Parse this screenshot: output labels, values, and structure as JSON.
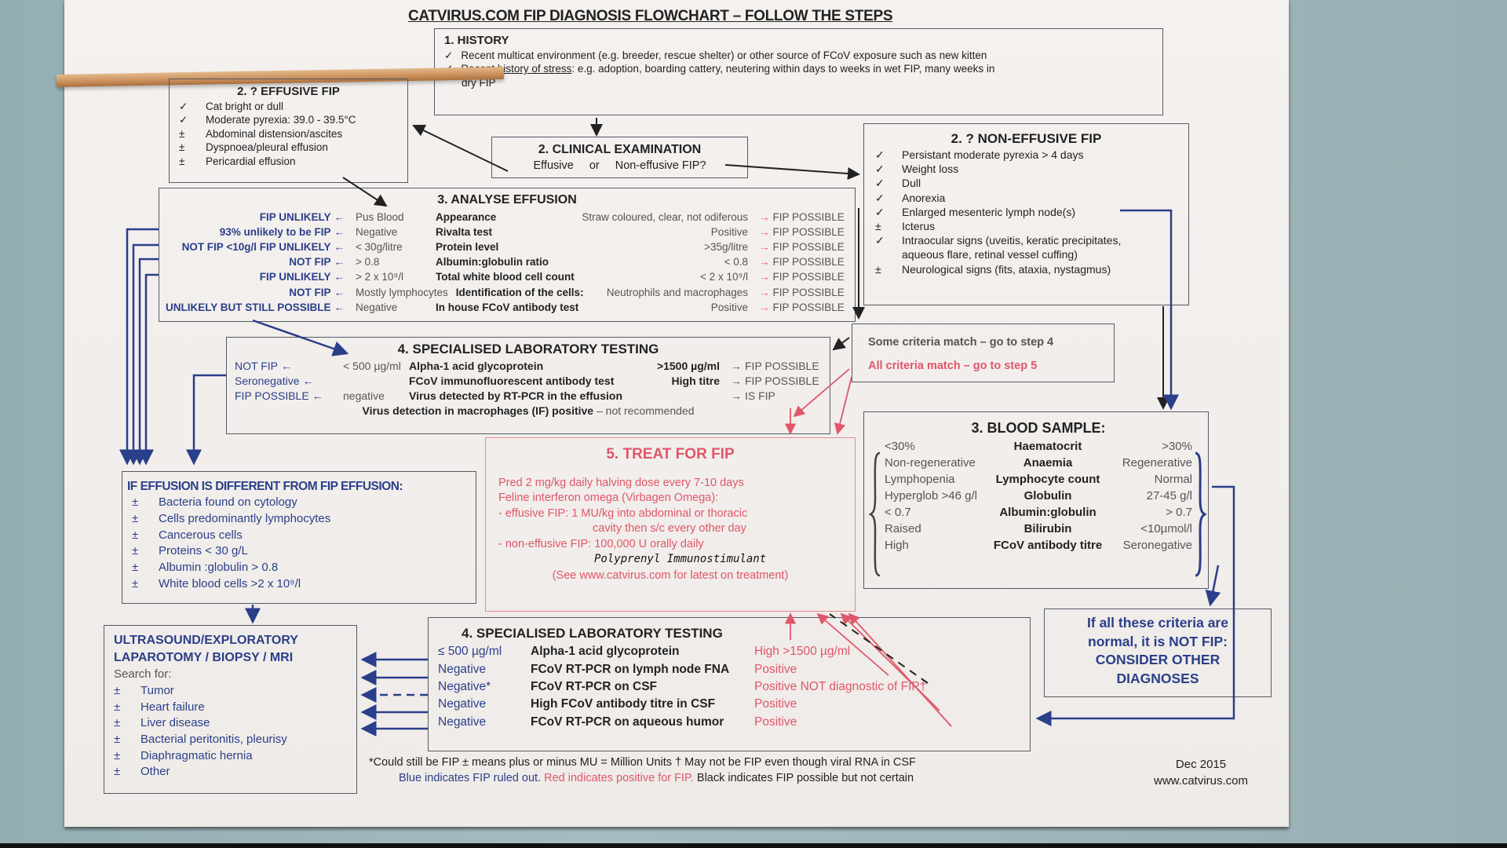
{
  "title": "CATVIRUS.COM  FIP DIAGNOSIS FLOWCHART – FOLLOW THE STEPS",
  "history": {
    "heading": "1. HISTORY",
    "items": [
      {
        "mark": "✓",
        "text": "Recent multicat environment (e.g. breeder, rescue shelter) or other source of FCoV exposure such as new kitten"
      },
      {
        "mark": "✓",
        "underlined": "Recent history of stress",
        "text": " : e.g. adoption, boarding cattery, neutering within days to weeks in wet FIP, many weeks in",
        "cont": "dry FIP"
      }
    ]
  },
  "effusive": {
    "heading": "2. ? EFFUSIVE FIP",
    "items": [
      {
        "mark": "✓",
        "text": "Cat bright or dull"
      },
      {
        "mark": "✓",
        "text": "Moderate pyrexia: 39.0 - 39.5°C"
      },
      {
        "mark": "±",
        "text": "Abdominal distension/ascites"
      },
      {
        "mark": "±",
        "text": "Dyspnoea/pleural effusion"
      },
      {
        "mark": "±",
        "text": "Pericardial effusion"
      }
    ]
  },
  "clinical": {
    "heading": "2. CLINICAL EXAMINATION",
    "left": "Effusive",
    "mid": "or",
    "right": "Non-effusive FIP?"
  },
  "nonEffusive": {
    "heading": "2. ? NON-EFFUSIVE FIP",
    "items": [
      {
        "mark": "✓",
        "text": "Persistant moderate pyrexia > 4 days"
      },
      {
        "mark": "✓",
        "text": "Weight loss"
      },
      {
        "mark": "✓",
        "text": "Dull"
      },
      {
        "mark": "✓",
        "text": "Anorexia"
      },
      {
        "mark": "✓",
        "text": "Enlarged mesenteric lymph node(s)"
      },
      {
        "mark": "±",
        "text": "Icterus"
      },
      {
        "mark": "✓",
        "text": "Intraocular signs (uveitis, keratic precipitates,"
      },
      {
        "mark": "",
        "text": "aqueous flare, retinal vessel cuffing)"
      },
      {
        "mark": "±",
        "text": "Neurological signs (fits, ataxia, nystagmus)"
      }
    ]
  },
  "analyse": {
    "heading": "3. ANALYSE EFFUSION",
    "rows": [
      {
        "result": "FIP UNLIKELY",
        "neg": "Pus Blood",
        "test": "Appearance",
        "pos": "Straw coloured, clear, not odiferous",
        "out": "FIP POSSIBLE"
      },
      {
        "result": "93% unlikely to be FIP",
        "neg": "Negative",
        "test": "Rivalta  test",
        "pos": "Positive",
        "out": "FIP POSSIBLE"
      },
      {
        "result": "NOT FIP  <10g/l  FIP UNLIKELY",
        "neg": "< 30g/litre",
        "test": "Protein level",
        "pos": ">35g/litre",
        "out": "FIP POSSIBLE"
      },
      {
        "result": "NOT FIP",
        "neg": "> 0.8",
        "test": "Albumin:globulin ratio",
        "pos": "< 0.8",
        "out": "FIP POSSIBLE"
      },
      {
        "result": "FIP UNLIKELY",
        "neg": "> 2 x 10⁹/l",
        "test": "Total white blood cell count",
        "pos": "< 2 x 10⁹/l",
        "out": "FIP POSSIBLE"
      },
      {
        "result": "NOT FIP",
        "neg": "Mostly lymphocytes",
        "test": "Identification of the cells:",
        "pos": "Neutrophils and macrophages",
        "out": "FIP  POSSIBLE"
      },
      {
        "result": "UNLIKELY BUT STILL POSSIBLE",
        "neg": "Negative",
        "test": "In house FCoV antibody test",
        "pos": "Positive",
        "out": "FIP POSSIBLE"
      }
    ]
  },
  "criteria": {
    "some": "Some criteria match – go to step 4",
    "all": "All criteria match – go to step 5"
  },
  "lab1": {
    "heading": "4. SPECIALISED LABORATORY TESTING",
    "rows": [
      {
        "result": "NOT FIP",
        "neg": "< 500 µg/ml",
        "test": "Alpha-1 acid glycoprotein",
        "pos": ">1500 µg/ml",
        "out": "FIP POSSIBLE"
      },
      {
        "result": "Seronegative",
        "neg": "",
        "test": "FCoV immunofluorescent antibody test",
        "pos": "High titre",
        "out": "FIP POSSIBLE"
      },
      {
        "result": "FIP POSSIBLE",
        "neg": "negative",
        "test": "Virus detected by RT-PCR in the effusion",
        "pos": "",
        "out": "IS FIP"
      }
    ],
    "note_bold": "Virus detection in macrophages (IF) positive",
    "note": " – not recommended"
  },
  "treat": {
    "heading": "5. TREAT FOR FIP",
    "lines": [
      "Pred 2 mg/kg daily halving dose every 7-10 days",
      "Feline interferon omega (Virbagen Omega):",
      "- effusive FIP: 1 MU/kg into abdominal or thoracic",
      "cavity then s/c every other day",
      "- non-effusive FIP:  100,000 U orally daily"
    ],
    "handwritten": "Polyprenyl Immunostimulant",
    "link": "(See www.catvirus.com for latest on treatment)"
  },
  "blood": {
    "heading": "3. BLOOD SAMPLE:",
    "rows": [
      {
        "abn": "<30%",
        "test": "Haematocrit",
        "norm": ">30%"
      },
      {
        "abn": "Non-regenerative",
        "test": "Anaemia",
        "norm": "Regenerative"
      },
      {
        "abn": "Lymphopenia",
        "test": "Lymphocyte count",
        "norm": "Normal"
      },
      {
        "abn": "Hyperglob  >46 g/l",
        "test": "Globulin",
        "norm": "27-45 g/l"
      },
      {
        "abn": "< 0.7",
        "test": "Albumin:globulin",
        "norm": "> 0.7"
      },
      {
        "abn": "Raised",
        "test": "Bilirubin",
        "norm": "<10µmol/l"
      },
      {
        "abn": "High",
        "test": "FCoV antibody titre",
        "norm": "Seronegative"
      }
    ]
  },
  "different": {
    "heading": "IF EFFUSION IS DIFFERENT FROM FIP EFFUSION:",
    "items": [
      "Bacteria  found on cytology",
      "Cells predominantly lymphocytes",
      "Cancerous cells",
      "Proteins < 30 g/L",
      "Albumin :globulin > 0.8",
      "White blood cells  >2 x 10⁹/l"
    ],
    "mark": "±"
  },
  "ultrasound": {
    "heading1": "ULTRASOUND/EXPLORATORY",
    "heading2": "LAPAROTOMY / BIOPSY / MRI",
    "search": "Search for:",
    "items": [
      "Tumor",
      "Heart failure",
      "Liver disease",
      "Bacterial peritonitis, pleurisy",
      "Diaphragmatic hernia",
      "Other"
    ],
    "mark": "±"
  },
  "lab2": {
    "heading": "4. SPECIALISED LABORATORY TESTING",
    "rows": [
      {
        "neg": "≤ 500 µg/ml",
        "test": "Alpha-1 acid glycoprotein",
        "pos": "High >1500 µg/ml"
      },
      {
        "neg": "Negative",
        "test": "FCoV RT-PCR on lymph node FNA",
        "pos": "Positive"
      },
      {
        "neg": "Negative*",
        "test": "FCoV RT-PCR on CSF",
        "pos": "Positive NOT diagnostic of FIP†"
      },
      {
        "neg": "Negative",
        "test": "High FCoV antibody titre in CSF",
        "pos": "Positive"
      },
      {
        "neg": "Negative",
        "test": "FCoV RT-PCR on aqueous humor",
        "pos": "Positive"
      }
    ]
  },
  "notFip": {
    "lines": [
      "If all these criteria are",
      "normal, it is NOT FIP:",
      "CONSIDER OTHER",
      "DIAGNOSES"
    ]
  },
  "footer": {
    "line1": "*Could still be FIP   ± means plus or minus    MU = Million Units    † May not be FIP even though viral RNA in CSF",
    "blue": "Blue indicates FIP ruled out.",
    "red": "Red indicates positive for FIP.",
    "black": "Black indicates FIP possible but not certain",
    "date": "Dec  2015",
    "site": "www.catvirus.com"
  },
  "colors": {
    "blue": "#2a3f8a",
    "red": "#e0566a",
    "black": "#222222"
  }
}
